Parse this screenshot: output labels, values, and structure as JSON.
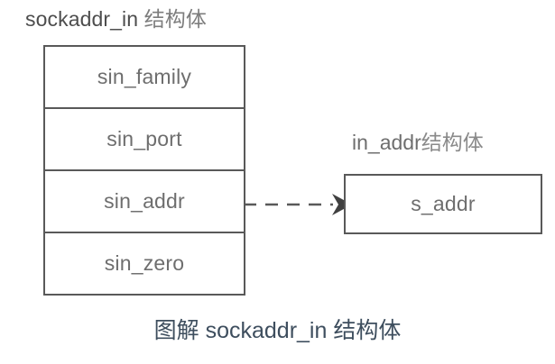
{
  "diagram": {
    "struct_title": {
      "name": "sockaddr_in",
      "suffix": " 结构体"
    },
    "struct_fields": [
      {
        "label": "sin_family"
      },
      {
        "label": "sin_port"
      },
      {
        "label": "sin_addr"
      },
      {
        "label": "sin_zero"
      }
    ],
    "connector": {
      "style": "dashed-arrow",
      "direction": "right",
      "from": "sin_addr",
      "to": "s_addr"
    },
    "inaddr_title": {
      "name": "in_addr",
      "suffix": "结构体"
    },
    "inaddr_fields": [
      {
        "label": "s_addr"
      }
    ],
    "caption": "图解 sockaddr_in 结构体",
    "colors": {
      "border": "#595959",
      "field_text": "#6e6e6e",
      "title_text": "#4d4d4d",
      "cjk_text": "#7d7d7d",
      "caption_text": "#3e4e5e",
      "background": "#ffffff"
    }
  }
}
